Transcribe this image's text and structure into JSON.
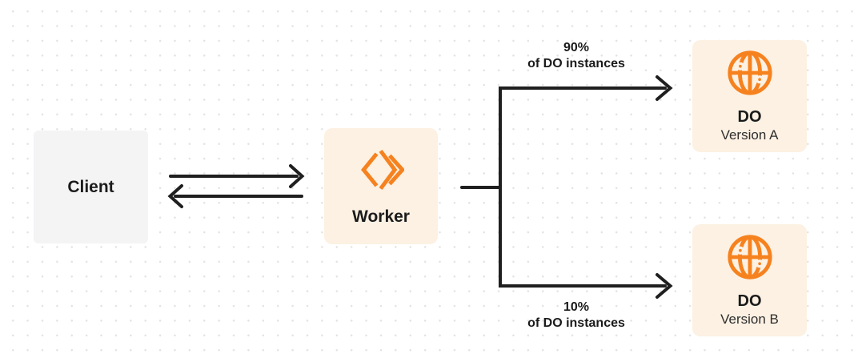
{
  "colors": {
    "accent": "#F6821F",
    "line": "#1F1F1F",
    "ink": "#1B1B1B",
    "node_cream_bg": "#FCF1E3",
    "node_gray_bg": "#F4F4F5",
    "canvas_bg": "#FFFFFF",
    "dot": "#E3E3E3"
  },
  "nodes": {
    "client": {
      "label": "Client"
    },
    "worker": {
      "label": "Worker",
      "icon": "workers-icon"
    },
    "do_version_a": {
      "title": "DO",
      "subtitle": "Version A",
      "icon": "durable-object-globe-icon"
    },
    "do_version_b": {
      "title": "DO",
      "subtitle": "Version B",
      "icon": "durable-object-globe-icon"
    }
  },
  "edges": {
    "client_worker": {
      "style": "two opposing horizontal arrows"
    },
    "top_branch": {
      "percent": "90%",
      "caption": "of DO instances"
    },
    "bottom_branch": {
      "percent": "10%",
      "caption": "of DO instances"
    }
  }
}
